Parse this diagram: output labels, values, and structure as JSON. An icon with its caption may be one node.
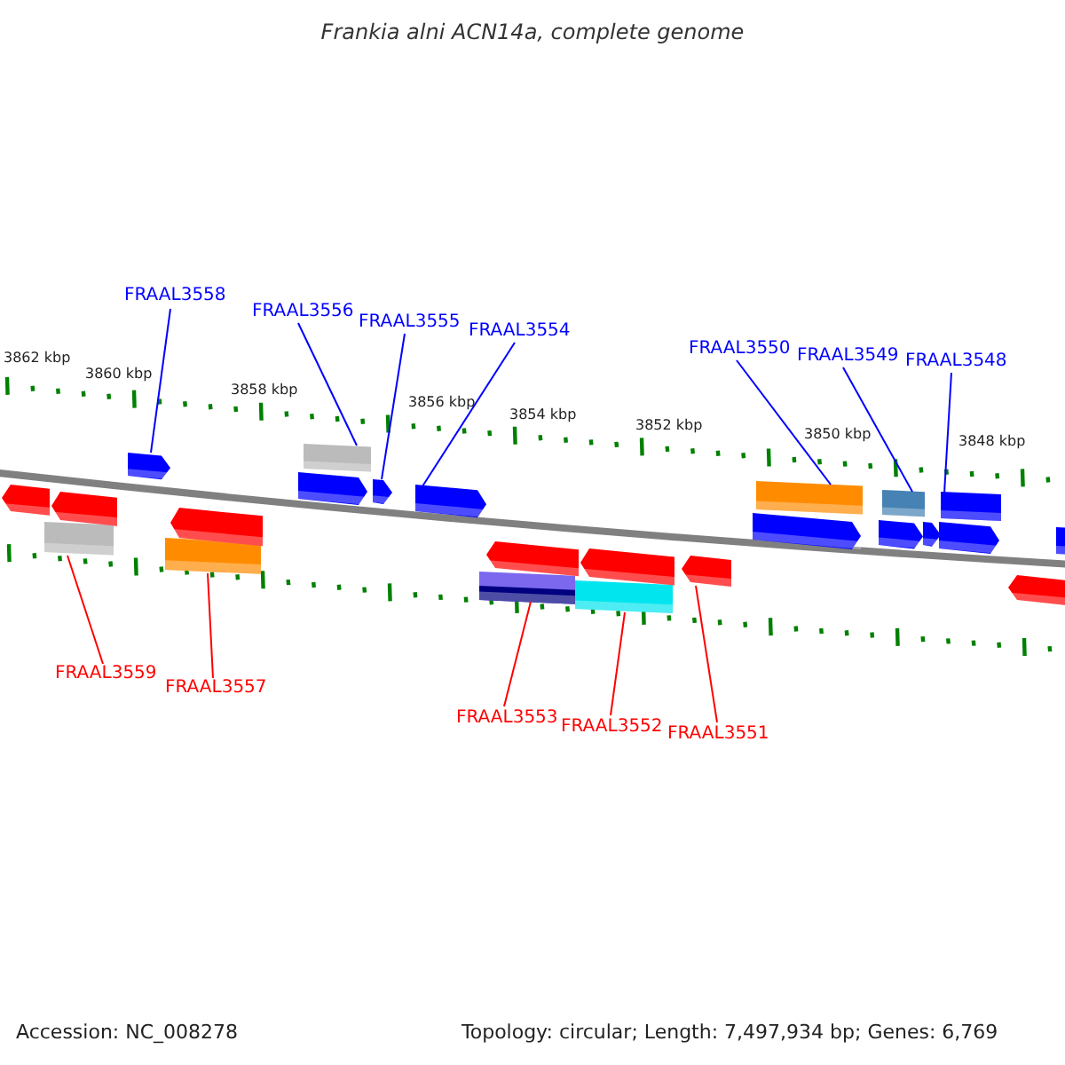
{
  "diagram": {
    "title": "Frankia alni ACN14a, complete genome",
    "nodes": [
      {
        "text": [
          "FRAAL3558"
        ]
      },
      {
        "text": [
          "FRAAL3556"
        ]
      },
      {
        "text": [
          "FRAAL3555"
        ]
      },
      {
        "text": [
          "FRAAL3554"
        ]
      },
      {
        "text": [
          "FRAAL3550"
        ]
      },
      {
        "text": [
          "FRAAL3549"
        ]
      },
      {
        "text": [
          "FRAAL3548"
        ]
      },
      {
        "text": [
          "FRAAL3559"
        ]
      },
      {
        "text": [
          "FRAAL3557"
        ]
      },
      {
        "text": [
          "FRAAL3553"
        ]
      },
      {
        "text": [
          "FRAAL3552"
        ]
      },
      {
        "text": [
          "FRAAL3551"
        ]
      },
      {
        "text": [],
        "shape": "pentagon"
      },
      {
        "text": [],
        "shape": "bar"
      },
      {
        "text": [],
        "shape": "pentagon"
      },
      {
        "text": [],
        "shape": "pentagon"
      },
      {
        "text": [],
        "shape": "bar"
      },
      {
        "text": [],
        "shape": "pentagon"
      },
      {
        "text": [],
        "shape": "pentagon"
      },
      {
        "text": [],
        "shape": "bar"
      },
      {
        "text": [],
        "shape": "pentagon"
      },
      {
        "text": [],
        "shape": "pentagon"
      },
      {
        "text": [],
        "shape": "bar"
      },
      {
        "text": [],
        "shape": "pentagon"
      },
      {
        "text": [],
        "shape": "bar"
      },
      {
        "text": [],
        "shape": "pentagon"
      },
      {
        "text": [],
        "shape": "pentagon"
      },
      {
        "text": [],
        "shape": "pentagon"
      },
      {
        "text": [],
        "shape": "bar"
      },
      {
        "text": [],
        "shape": "pentagon"
      },
      {
        "text": [],
        "shape": "bar"
      },
      {
        "text": [],
        "shape": "pentagon"
      },
      {
        "text": [],
        "shape": "pentagon"
      },
      {
        "text": [],
        "shape": "bar"
      },
      {
        "text": [],
        "shape": "pentagon"
      },
      {
        "text": [],
        "shape": "bar"
      }
    ],
    "edges": [
      {
        "from": 0,
        "to": 15,
        "arrow": "none"
      },
      {
        "from": 1,
        "to": 19,
        "arrow": "none"
      },
      {
        "from": 2,
        "to": 20,
        "arrow": "none"
      },
      {
        "from": 3,
        "to": 21,
        "arrow": "none"
      },
      {
        "from": 4,
        "to": 28,
        "arrow": "none"
      },
      {
        "from": 5,
        "to": 30,
        "arrow": "none"
      },
      {
        "from": 6,
        "to": 33,
        "arrow": "none"
      },
      {
        "from": 7,
        "to": 13,
        "arrow": "none",
        "color": "#ff0000"
      },
      {
        "from": 8,
        "to": 16,
        "arrow": "none",
        "color": "#ff0000"
      },
      {
        "from": 9,
        "to": 22,
        "arrow": "none",
        "color": "#ff0000"
      },
      {
        "from": 10,
        "to": 24,
        "arrow": "none",
        "color": "#ff0000"
      },
      {
        "from": 11,
        "to": 26,
        "arrow": "none",
        "color": "#ff0000"
      }
    ],
    "labels": [
      "3862 kbp",
      "3860 kbp",
      "3858 kbp",
      "3856 kbp",
      "3854 kbp",
      "3852 kbp",
      "3850 kbp",
      "3848 kbp",
      "Accession: NC_008278",
      "Topology: circular; Length: 7,497,934 bp; Genes: 6,769"
    ]
  }
}
